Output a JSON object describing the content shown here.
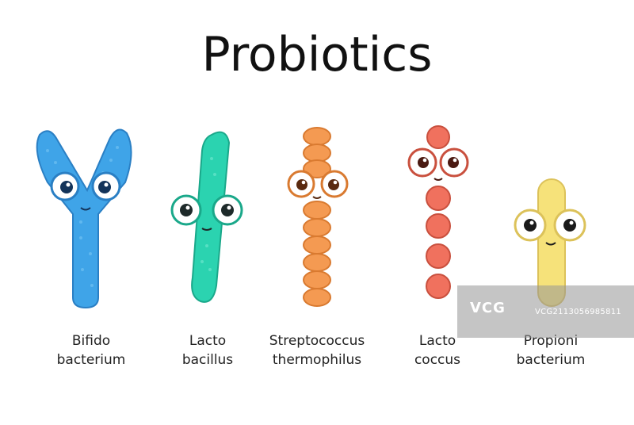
{
  "title": "Probiotics",
  "colors": {
    "bifido": "#3fa4e8",
    "lactobacillus": "#2bd3b0",
    "streptococcus": "#f49a52",
    "lactococcus": "#f0715e",
    "propioni": "#f6e27a"
  },
  "bacteria": [
    {
      "line1": "Bifido",
      "line2": "bacterium"
    },
    {
      "line1": "Lacto",
      "line2": "bacillus"
    },
    {
      "line1": "Streptococcus",
      "line2": "thermophilus"
    },
    {
      "line1": "Lacto",
      "line2": "coccus"
    },
    {
      "line1": "Propioni",
      "line2": "bacterium"
    }
  ],
  "watermark": {
    "logo": "VCG",
    "code": "VCG2113056985811"
  }
}
